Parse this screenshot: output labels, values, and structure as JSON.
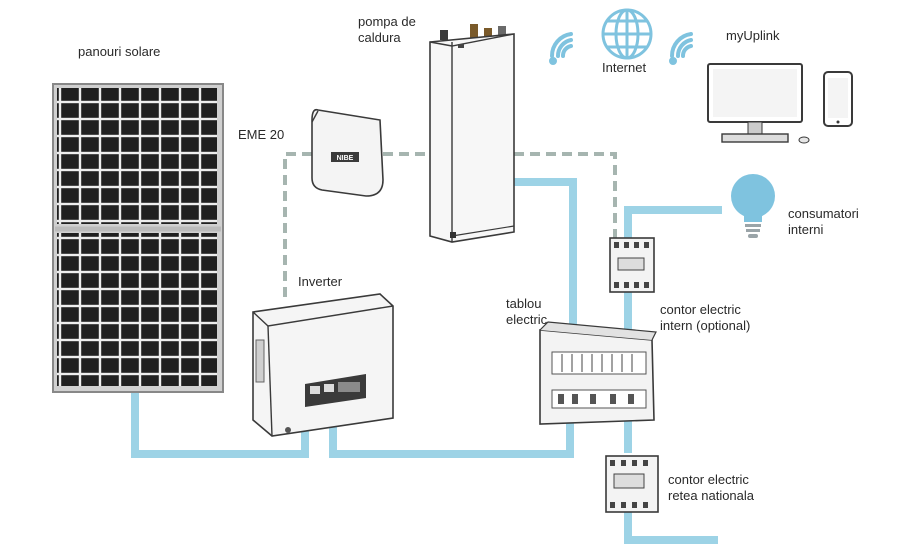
{
  "labels": {
    "solar_panels": "panouri solare",
    "eme": "EME 20",
    "heat_pump_line1": "pompa de",
    "heat_pump_line2": "caldura",
    "internet": "Internet",
    "myuplink": "myUplink",
    "consumers_line1": "consumatori",
    "consumers_line2": "interni",
    "inverter": "Inverter",
    "panel_line1": "tablou",
    "panel_line2": "electric",
    "meter_internal_line1": "contor electric",
    "meter_internal_line2": "intern (optional)",
    "meter_grid_line1": "contor electric",
    "meter_grid_line2": "retea nationala"
  },
  "brand_mark": "NIBE",
  "colors": {
    "power_line": "#9dd3e6",
    "data_line": "#a6b5b0",
    "device_stroke": "#3a3a3a",
    "panel_cell": "#1f1f1f",
    "icon_blue": "#7fc3df"
  },
  "icons": [
    "wifi-left-icon",
    "globe-icon",
    "wifi-right-icon",
    "monitor-icon",
    "smartphone-icon",
    "light-bulb-icon"
  ]
}
